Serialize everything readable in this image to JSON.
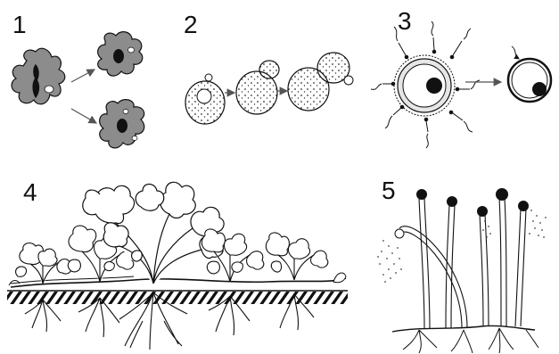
{
  "panels": [
    {
      "number": "1",
      "name": "binary-fission-amoeba"
    },
    {
      "number": "2",
      "name": "budding-yeast"
    },
    {
      "number": "3",
      "name": "sperm-fertilizing-egg"
    },
    {
      "number": "4",
      "name": "vegetative-propagation-strawberry-runners"
    },
    {
      "number": "5",
      "name": "spore-formation-mould"
    }
  ],
  "colors": {
    "outline": "#111111",
    "cell_fill": "#8c8c8c",
    "soil": "#111111",
    "background": "#ffffff"
  }
}
